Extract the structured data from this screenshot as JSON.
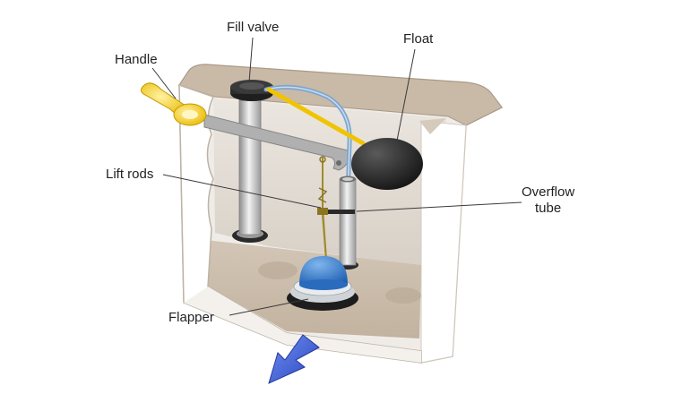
{
  "labels": {
    "handle": "Handle",
    "fill_valve": "Fill valve",
    "float": "Float",
    "lift_rods": "Lift rods",
    "overflow_line1": "Overflow",
    "overflow_line2": "tube",
    "flapper": "Flapper"
  },
  "colors": {
    "tank_outer": "#d9d4cd",
    "tank_wall": "#ffffff",
    "tank_rim": "#c4b5a4",
    "tank_floor": "#cdbfae",
    "handle": "#f3c400",
    "lever": "#a8a8a8",
    "refill_tube": "#8fb6d9",
    "float": "#1e1e1e",
    "flapper": "#2f78c8",
    "arrow": "#4166d8"
  }
}
